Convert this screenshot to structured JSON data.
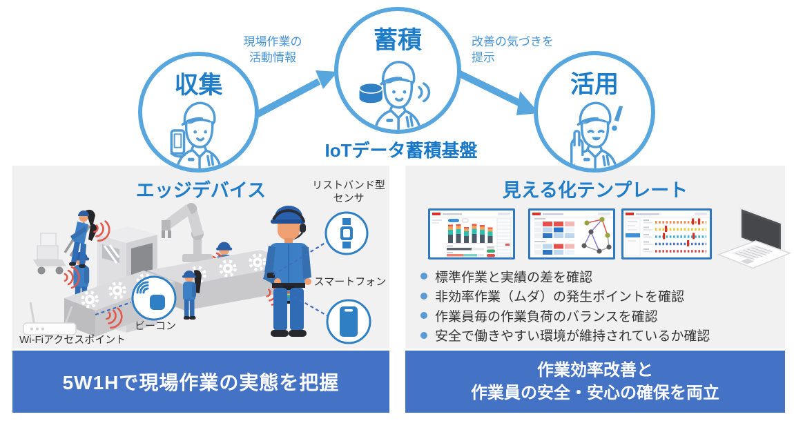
{
  "flow": {
    "steps": [
      {
        "label": "収集"
      },
      {
        "label": "蓄積"
      },
      {
        "label": "活用"
      }
    ],
    "arrow1": {
      "line1": "現場作業の",
      "line2": "活動情報"
    },
    "arrow2": {
      "line1": "改善の気づきを",
      "line2": "提示"
    },
    "platform_label": "IoTデータ蓄積基盤"
  },
  "edge_panel": {
    "title": "エッジデバイス",
    "wristband_label": {
      "line1": "リストバンド型",
      "line2": "センサ"
    },
    "smartphone_label": "スマートフォン",
    "beacon_label": "ビーコン",
    "wifi_label": "Wi-Fiアクセスポイント",
    "banner": "5W1Hで現場作業の実態を把握"
  },
  "template_panel": {
    "title": "見える化テンプレート",
    "bullets": [
      {
        "text": "標準作業と実績の差を確認"
      },
      {
        "text": "非効率作業（ムダ）の発生ポイントを確認"
      },
      {
        "text": "作業員毎の作業負荷のバランスを確認"
      },
      {
        "text": "安全で働きやすい環境が維持されているか確認"
      }
    ],
    "banner": {
      "line1": "作業効率改善と",
      "line2": "作業員の安全・安心の確保を両立"
    }
  },
  "colors": {
    "accent_blue": "#58A6DE",
    "heading_blue": "#1E7CC8",
    "banner_blue": "#4472C4",
    "bullet_blue": "#5B9BD5",
    "panel_gray": "#F1F1F2",
    "alert_red": "#E25749",
    "device_blue": "#2E7FC4"
  }
}
